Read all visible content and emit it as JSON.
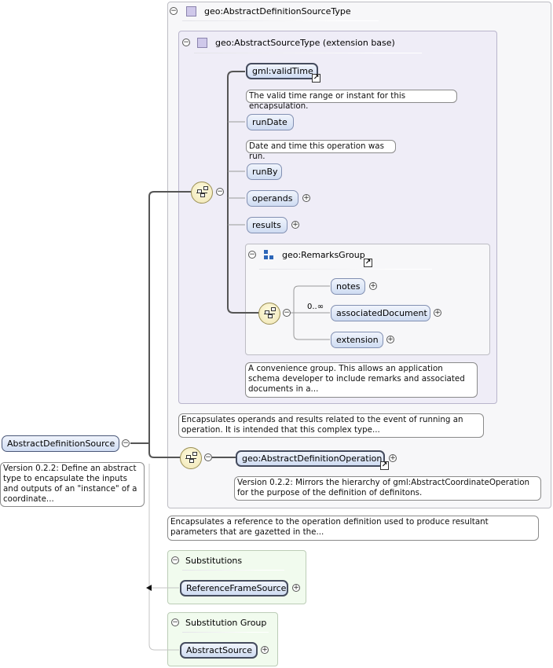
{
  "root": {
    "name": "AbstractDefinitionSource",
    "doc": "Version 0.2.2: Define an abstract type to encapsulate the inputs and outputs of an \"instance\" of a coordinate..."
  },
  "type_panel": {
    "title": "geo:AbstractDefinitionSourceType"
  },
  "base_panel": {
    "title": "geo:AbstractSourceType (extension base)",
    "doc": "Encapsulates operands and results related to the event of running an operation. It is intended that this complex type..."
  },
  "base_elements": [
    {
      "label": "gml:validTime",
      "doc": "The valid time range or instant for this encapsulation."
    },
    {
      "label": "runDate",
      "doc": "Date and time this operation was run."
    },
    {
      "label": "runBy"
    },
    {
      "label": "operands"
    },
    {
      "label": "results"
    }
  ],
  "remarks_group": {
    "title": "geo:RemarksGroup",
    "occurrence": "0..∞",
    "doc": "A convenience group. This allows an application schema developer to include remarks and associated documents in a...",
    "elements": [
      {
        "label": "notes"
      },
      {
        "label": "associatedDocument"
      },
      {
        "label": "extension"
      }
    ]
  },
  "operation": {
    "label": "geo:AbstractDefinitionOperation",
    "doc": "Version 0.2.2: Mirrors the hierarchy of gml:AbstractCoordinateOperation for the purpose of the definition of definitons."
  },
  "type_doc": "Encapsulates a reference to the operation definition used to produce resultant parameters that are gazetted in the...",
  "substitutions": {
    "title": "Substitutions",
    "items": [
      {
        "label": "ReferenceFrameSource"
      }
    ]
  },
  "substitution_group": {
    "title": "Substitution Group",
    "items": [
      {
        "label": "AbstractSource"
      }
    ]
  },
  "colors": {
    "type_panel_bg": "#f7f7f9",
    "base_panel_bg": "#efedf7",
    "substitution_bg": "#f1fbee",
    "node_gradient_top": "#f0f4fc",
    "node_gradient_bottom": "#cfdcf2",
    "sequence_fill": "#efe5b3"
  },
  "icons": [
    "collapse-icon",
    "expand-icon",
    "complex-type-icon",
    "group-icon",
    "reference-arrow-icon",
    "sequence-compositor-icon"
  ]
}
